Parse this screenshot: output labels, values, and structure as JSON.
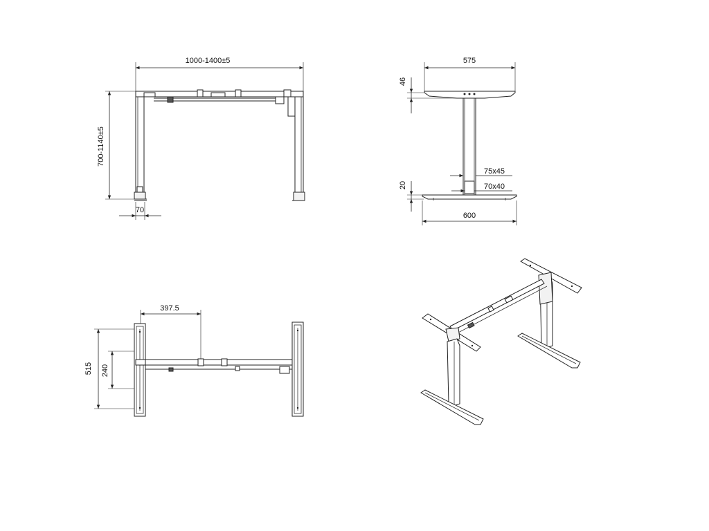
{
  "views": {
    "front": {
      "width_label": "1000-1400±5",
      "height_label": "700-1140±5",
      "foot_label": "70"
    },
    "side": {
      "top_label": "575",
      "plate_label": "46",
      "column_outer_label": "75x45",
      "column_inner_label": "70x40",
      "foot_height_label": "20",
      "foot_width_label": "600"
    },
    "top": {
      "offset_label": "397.5",
      "depth_label": "515",
      "hole_label": "240"
    }
  }
}
